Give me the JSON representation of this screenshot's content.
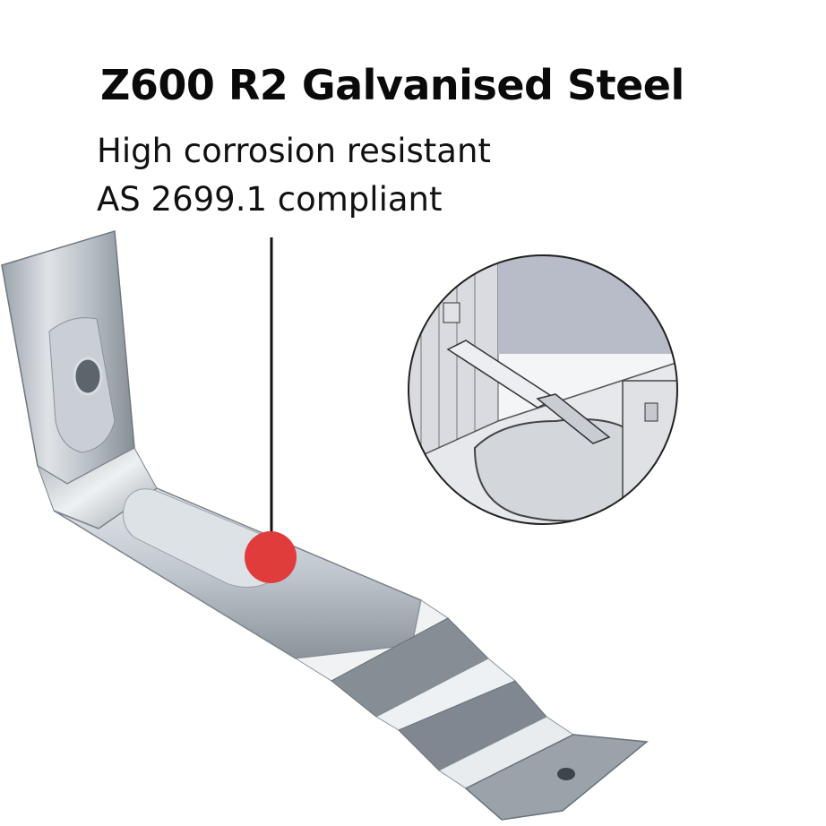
{
  "heading": {
    "title": "Z600 R2 Galvanised Steel",
    "line1": "High corrosion resistant",
    "line2": "AS 2699.1 compliant"
  },
  "images": {
    "bracket": "galvanised-steel-wall-tie-photo",
    "inset": "wall-tie-installation-sketch"
  },
  "colors": {
    "marker": "#e03c3c",
    "leader_line": "#111111",
    "steel_light": "#d8dde2",
    "steel_dark": "#8e969e"
  }
}
